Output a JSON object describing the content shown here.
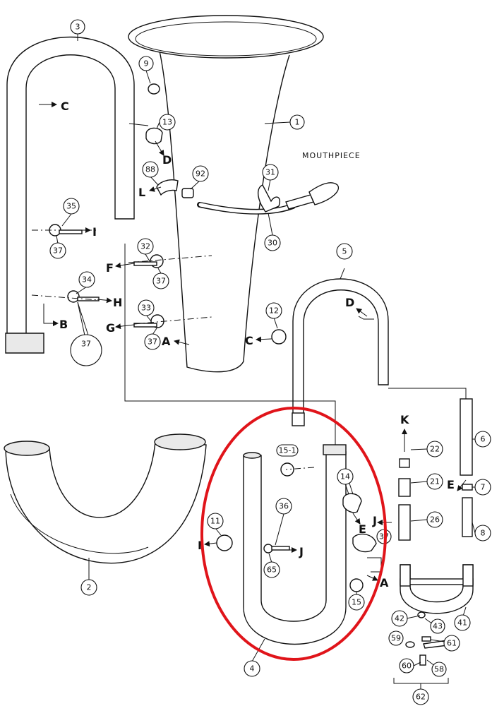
{
  "labels": {
    "mouthpiece": "MOUTHPIECE"
  },
  "callouts": {
    "c1": "1",
    "c2": "2",
    "c3": "3",
    "c4": "4",
    "c5": "5",
    "c6": "6",
    "c7": "7",
    "c8": "8",
    "c9": "9",
    "c11": "11",
    "c12": "12",
    "c13": "13",
    "c14": "14",
    "c15": "15",
    "c15_1": "15-1",
    "c21": "21",
    "c22": "22",
    "c26": "26",
    "c30": "30",
    "c31": "31",
    "c32": "32",
    "c33": "33",
    "c34": "34",
    "c35": "35",
    "c36": "36",
    "c37a": "37",
    "c37b": "37",
    "c37c": "37",
    "c37d": "37",
    "c37e": "37",
    "c41": "41",
    "c42": "42",
    "c43": "43",
    "c58": "58",
    "c59": "59",
    "c60": "60",
    "c61": "61",
    "c62": "62",
    "c65": "65",
    "c88": "88",
    "c92": "92"
  },
  "letters": {
    "a1": "A",
    "a2": "A",
    "b": "B",
    "c1": "C",
    "c2": "C",
    "d1": "D",
    "d2": "D",
    "e1": "E",
    "e2": "E",
    "f": "F",
    "g": "G",
    "h": "H",
    "i1": "I",
    "i2": "I",
    "j1": "J",
    "j2": "J",
    "k": "K",
    "l": "L"
  },
  "colors": {
    "line": "#111111",
    "highlight": "#e0141a"
  }
}
